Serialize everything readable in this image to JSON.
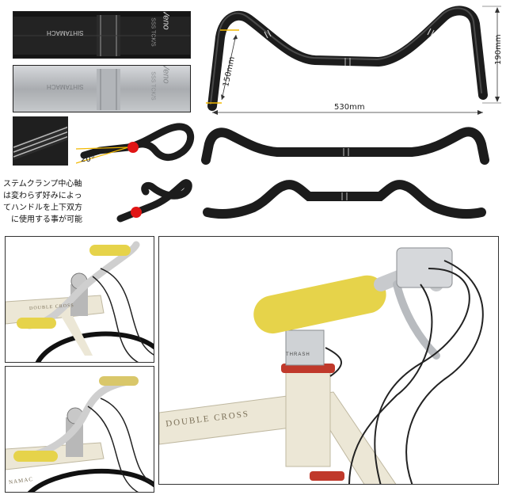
{
  "closeups": {
    "black_bar": {
      "brand_text": "Veno",
      "model_text": "SIHTAMACH",
      "detail_text": "SSS TCK/S"
    },
    "silver_bar": {
      "brand_text": "Veno",
      "model_text": "SIHTAMACH",
      "detail_text": "SSS TCK/S"
    }
  },
  "dimensions": {
    "width_label": "530mm",
    "rise_label": "190mm",
    "drop_label": "150mm",
    "angle_label": "20°"
  },
  "note": {
    "lines": [
      "ステムクランプ中心軸",
      "は変わらず好みによっ",
      "てハンドルを上下双方",
      "に使用する事が可能"
    ]
  },
  "photos": {
    "frame_text": "DOUBLE CROSS",
    "frame_text_small": "DOUBLE CROSS",
    "stem_text": "THRASH",
    "side_text": "NAMAC"
  },
  "colors": {
    "bar_black": "#1c1c1c",
    "bar_silver": "#b9bcc0",
    "grip_yellow": "#e6d34a",
    "frame_cream": "#ece7d6",
    "pivot_red": "#e01515",
    "angle_yellow": "#f2b800"
  }
}
